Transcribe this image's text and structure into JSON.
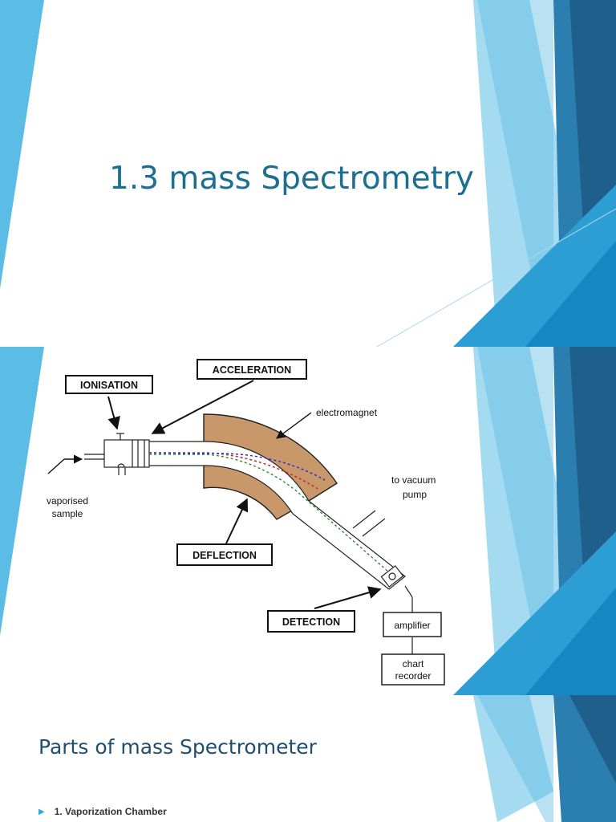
{
  "slide1": {
    "title": "1.3 mass Spectrometry",
    "accent_colors": [
      "#5bbde6",
      "#2b7fb0",
      "#1f5f8c",
      "#a9d9ee"
    ]
  },
  "slide2": {
    "diagram": {
      "labels": {
        "ionisation": "IONISATION",
        "acceleration": "ACCELERATION",
        "deflection": "DEFLECTION",
        "detection": "DETECTION",
        "electromagnet": "electromagnet",
        "vacuum_line1": "to vacuum",
        "vacuum_line2": "pump",
        "sample_line1": "vaporised",
        "sample_line2": "sample",
        "amplifier": "amplifier",
        "recorder_line1": "chart",
        "recorder_line2": "recorder"
      },
      "magnet_color": "#c8976a",
      "beam_colors": [
        "#cc2a2a",
        "#2a8a2a",
        "#2a2acc"
      ]
    }
  },
  "slide3": {
    "title": "Parts of mass Spectrometer",
    "bullets": [
      {
        "text": "1. Vaporization Chamber"
      }
    ]
  }
}
